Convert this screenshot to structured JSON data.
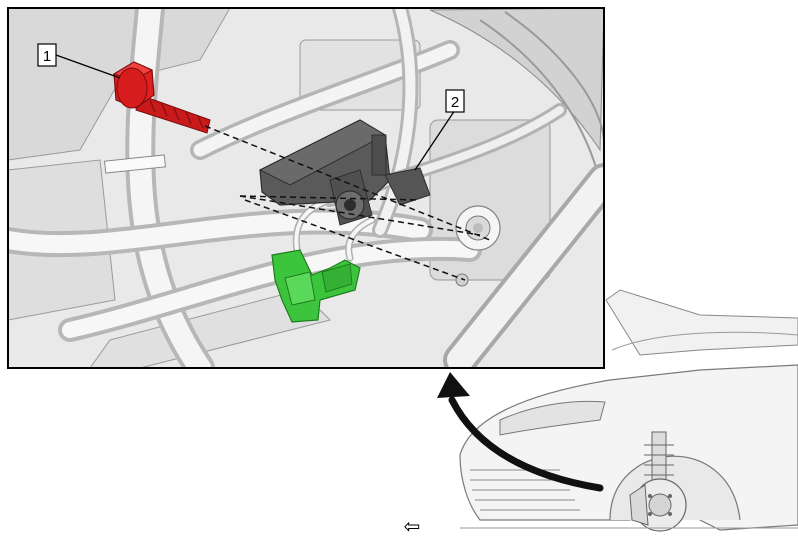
{
  "callouts": [
    {
      "id": "1",
      "label": "1"
    },
    {
      "id": "2",
      "label": "2"
    }
  ],
  "nav": {
    "forward_glyph": "⇦"
  },
  "colors": {
    "bolt": "#e02020",
    "connector": "#3cc43c",
    "sensor": "#5a5a5a",
    "inset_border": "#000000"
  },
  "icons": {
    "bolt": "bolt-icon",
    "sensor": "sensor-icon",
    "connector": "electrical-connector-icon",
    "car": "vehicle-icon",
    "arrow": "direction-arrow-icon"
  }
}
